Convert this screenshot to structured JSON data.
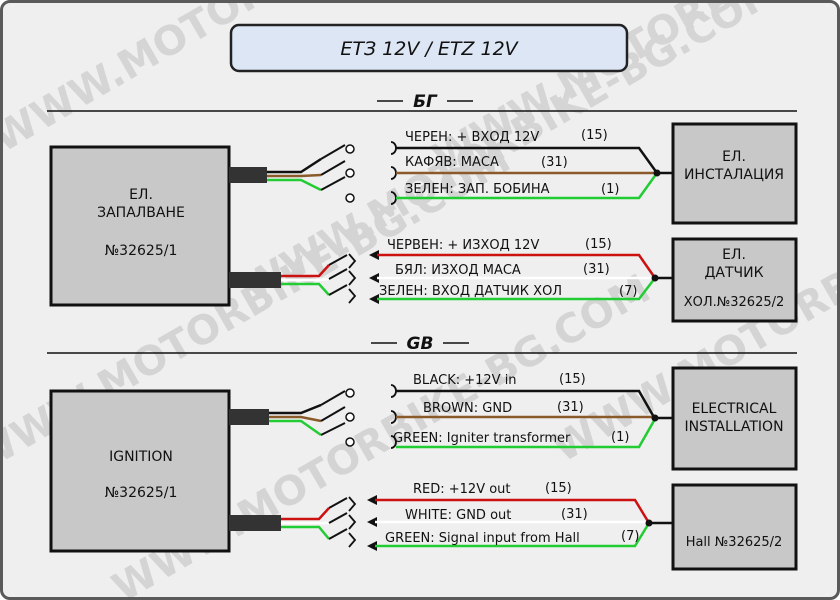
{
  "title": "ETЗ 12V / ETZ 12V",
  "watermark": "WWW.MOTORBIKE-BG.COM",
  "colors": {
    "black": "#111111",
    "brown": "#8a5a2b",
    "green": "#22cc33",
    "red": "#cc1111",
    "white": "#ffffff",
    "title_bg": "#dde6f4",
    "box_bg": "#c8c8c8"
  },
  "bg_section": {
    "heading": "БГ",
    "ignition_box": {
      "line1": "ЕЛ.",
      "line2": "ЗАПАЛВАНЕ",
      "line3": "№32625/1"
    },
    "installation_box": {
      "line1": "ЕЛ.",
      "line2": "ИНСТАЛАЦИЯ"
    },
    "sensor_box": {
      "line1": "ЕЛ.",
      "line2": "ДАТЧИК",
      "line3": "ХОЛ.№32625/2"
    },
    "wires_top": [
      {
        "label": "ЧЕРЕН: + ВХОД 12V",
        "code": "(15)",
        "color": "black"
      },
      {
        "label": "КАФЯВ:  МАСА",
        "code": "(31)",
        "color": "brown"
      },
      {
        "label": "ЗЕЛЕН:  ЗАП. БОБИНА",
        "code": "(1)",
        "color": "green"
      }
    ],
    "wires_bottom": [
      {
        "label": "ЧЕРВЕН: + ИЗХОД 12V",
        "code": "(15)",
        "color": "red"
      },
      {
        "label": "БЯЛ:  ИЗХОД  МАСА",
        "code": "(31)",
        "color": "white"
      },
      {
        "label": "ЗЕЛЕН: ВХОД  ДАТЧИК ХОЛ",
        "code": "(7)",
        "color": "green"
      }
    ]
  },
  "gb_section": {
    "heading": "GB",
    "ignition_box": {
      "line1": "IGNITION",
      "line2": "№32625/1"
    },
    "installation_box": {
      "line1": "ELECTRICAL",
      "line2": "INSTALLATION"
    },
    "sensor_box": {
      "line1": "Hall №32625/2"
    },
    "wires_top": [
      {
        "label": "BLACK: +12V in",
        "code": "(15)",
        "color": "black"
      },
      {
        "label": "BROWN: GND",
        "code": "(31)",
        "color": "brown"
      },
      {
        "label": "GREEN: Igniter transformer",
        "code": "(1)",
        "color": "green"
      }
    ],
    "wires_bottom": [
      {
        "label": "RED: +12V out",
        "code": "(15)",
        "color": "red"
      },
      {
        "label": "WHITE: GND out",
        "code": "(31)",
        "color": "white"
      },
      {
        "label": "GREEN: Signal input from Hall",
        "code": "(7)",
        "color": "green"
      }
    ]
  }
}
